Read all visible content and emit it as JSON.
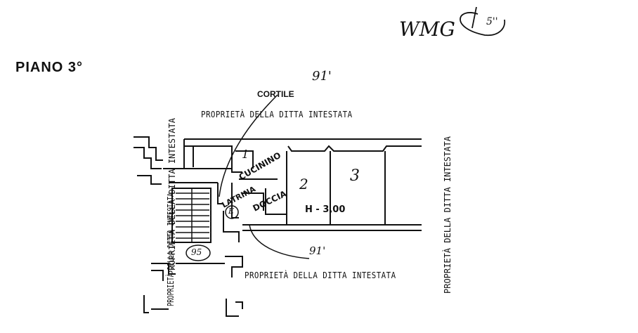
{
  "header": {
    "floor_label": "PIANO 3°"
  },
  "annotations": {
    "top_right_note": "WMG",
    "top_right_circled": "5''",
    "sheet_number_top": "91'",
    "sheet_number_bottom": "91'"
  },
  "labels": {
    "courtyard": "CORTILE",
    "property_top": "PROPRIETÀ DELLA DITTA INTESTATA",
    "property_left_inner": "PROPRIETÀ DELLA DITTA INTESTATA",
    "property_left_outer": "PROPRIETÀ DELLA DITTA INTESTATA",
    "property_right": "PROPRIETÀ DELLA DITTA INTESTATA",
    "property_bottom": "PROPRIETÀ DELLA DITTA INTESTATA",
    "kitchenette": "CUCININO",
    "toilet": "LATRINA",
    "shower": "DOCCIA",
    "height": "H - 3,00"
  },
  "rooms": {
    "room_1": "1",
    "room_2": "2",
    "room_3": "3"
  },
  "markers": {
    "entrance": "E",
    "stair_number": "95"
  }
}
